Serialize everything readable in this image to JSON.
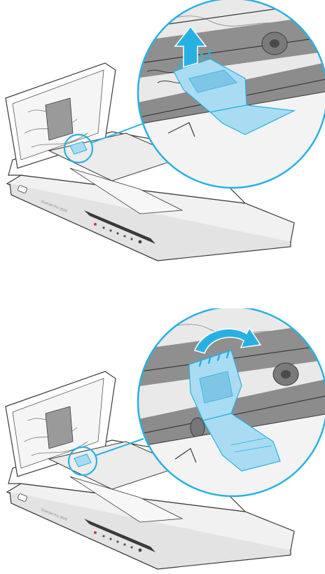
{
  "colors": {
    "accent": "#27b1e3",
    "part_fill": "#a9dcf2",
    "roller": "#8f8f8f",
    "line": "#3a3a3a",
    "body": "#ffffff",
    "shadow": "#cfcfcf"
  },
  "steps": [
    {
      "id": "step-1",
      "arrow": "up-arrow",
      "device_label": "ScanJet Pro 3500"
    },
    {
      "id": "step-2",
      "arrow": "rotate-arrow",
      "device_label": "ScanJet Pro 3500"
    }
  ]
}
